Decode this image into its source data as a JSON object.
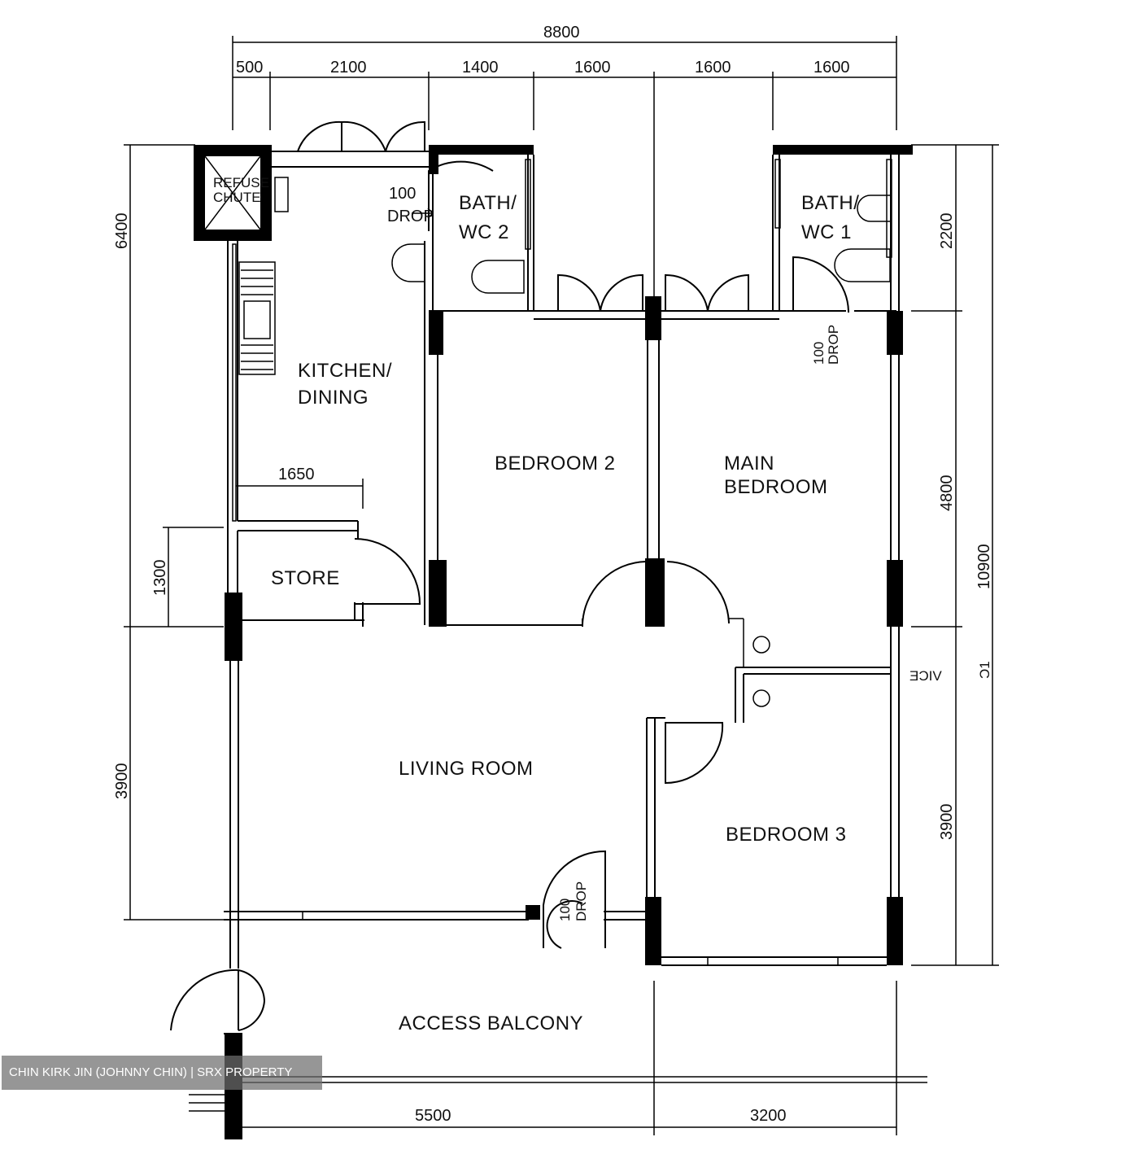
{
  "rooms": {
    "refuse_chute": [
      "REFUSE",
      "CHUTE"
    ],
    "bath_wc2": [
      "BATH/",
      "WC 2"
    ],
    "bath_wc1": [
      "BATH/",
      "WC 1"
    ],
    "kitchen": [
      "KITCHEN/",
      "DINING"
    ],
    "bedroom2": "BEDROOM 2",
    "main_bedroom": [
      "MAIN",
      "BEDROOM"
    ],
    "store": "STORE",
    "living_room": "LIVING ROOM",
    "bedroom3": "BEDROOM 3",
    "access_balcony": "ACCESS BALCONY"
  },
  "drops": {
    "kitchen_drop": [
      "100",
      "DROP"
    ],
    "main_bath_drop": [
      "100",
      "DROP"
    ],
    "living_drop": [
      "100",
      "DROP"
    ]
  },
  "dimensions": {
    "total_width": "8800",
    "top_segments": [
      "500",
      "2100",
      "1400",
      "1600",
      "1600",
      "1600"
    ],
    "store_width": "1650",
    "left_upper": "6400",
    "left_store": "1300",
    "left_lower": "3900",
    "right_bath": "2200",
    "right_main": "4800",
    "right_lower": "3900",
    "right_total": "10900",
    "bottom_left": "5500",
    "bottom_right": "3200"
  },
  "misc_marks": {
    "near_main": "ƎƆIV",
    "right_mark": "Ɔ1"
  },
  "watermark": "CHIN KIRK JIN (JOHNNY CHIN) | SRX PROPERTY"
}
